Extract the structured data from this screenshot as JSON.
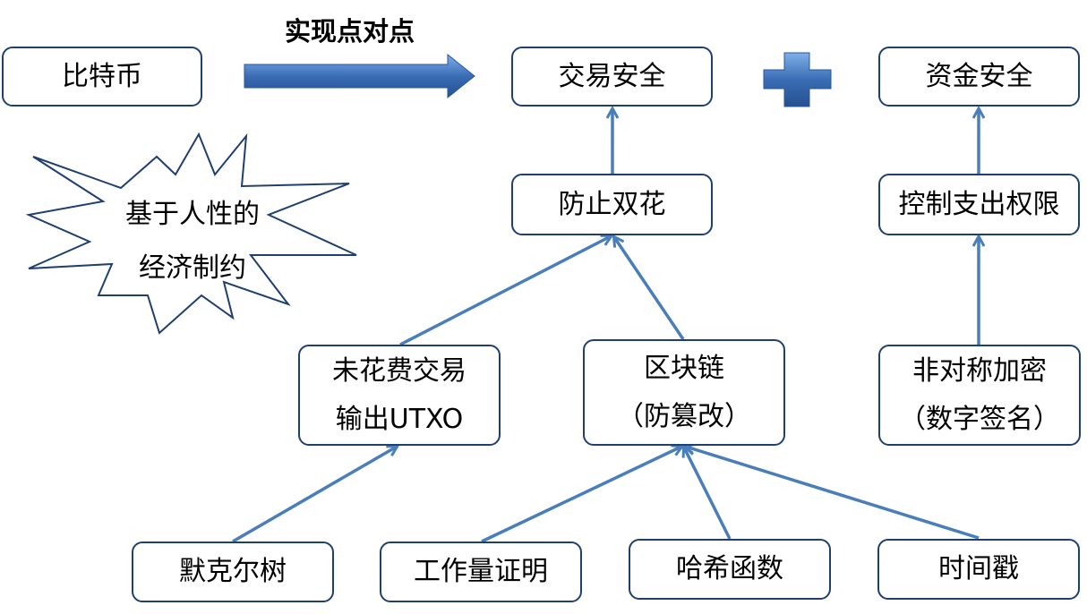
{
  "title": "实现点对点",
  "starburst": {
    "line1": "基于人性的",
    "line2": "经济制约"
  },
  "nodes": {
    "bitcoin": "比特币",
    "tx_security": "交易安全",
    "fund_security": "资金安全",
    "prevent_double_spend": "防止双花",
    "control_spending": "控制支出权限",
    "utxo": {
      "line1": "未花费交易",
      "line2": "输出UTXO"
    },
    "blockchain": {
      "line1": "区块链",
      "line2": "（防篡改）"
    },
    "asym_crypto": {
      "line1": "非对称加密",
      "line2": "（数字签名）"
    },
    "merkle_tree": "默克尔树",
    "proof_of_work": "工作量证明",
    "hash_function": "哈希函数",
    "timestamp": "时间戳"
  },
  "colors": {
    "arrow": "#4a7ebb",
    "box_border": "#1f3f6e",
    "block_arrow": "#3a6db5"
  },
  "icons": {
    "big_arrow": "right-arrow-icon",
    "plus": "plus-icon"
  }
}
